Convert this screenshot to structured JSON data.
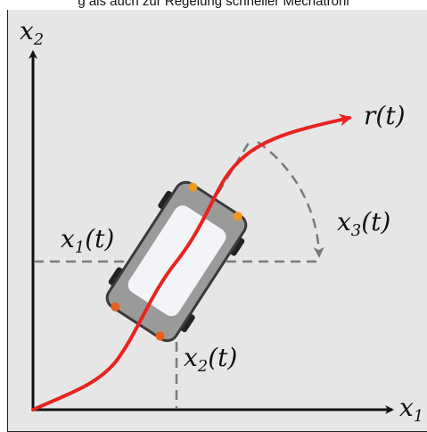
{
  "caption": "g als auch zur Regelung schneller Mechatroni",
  "labels": {
    "x2_axis": {
      "base": "x",
      "sub": "2"
    },
    "x1_axis": {
      "base": "x",
      "sub": "1"
    },
    "x1_t": {
      "base": "x",
      "sub": "1",
      "arg": "(t)"
    },
    "x2_t": {
      "base": "x",
      "sub": "2",
      "arg": "(t)"
    },
    "x3_t": {
      "base": "x",
      "sub": "3",
      "arg": "(t)"
    },
    "r_t": {
      "base": "r",
      "arg": "(t)"
    }
  },
  "colors": {
    "background": "#e6e6e6",
    "axis": "#111111",
    "trajectory": "#e8231e",
    "dashed": "#7a7a7a",
    "vehicle_body": "#9a9a9a",
    "vehicle_window": "#f2f4f8",
    "wheel": "#222222",
    "light": "#ee9922"
  }
}
